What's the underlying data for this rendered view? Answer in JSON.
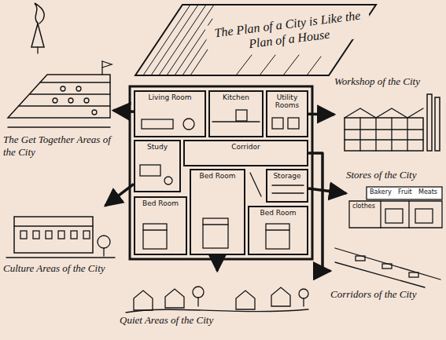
{
  "diagram": {
    "title": "The Plan of a City is Like the Plan of a House",
    "nodes": [
      {
        "text": [
          "The Get Together Areas of the City"
        ]
      },
      {
        "text": [
          "Workshop of the City"
        ]
      },
      {
        "text": [
          "Living Room"
        ]
      },
      {
        "text": [
          "Kitchen"
        ]
      },
      {
        "text": [
          "Utility Rooms"
        ]
      },
      {
        "text": [
          "Study"
        ]
      },
      {
        "text": [
          "Corridor"
        ]
      },
      {
        "text": [
          "Storage"
        ]
      },
      {
        "text": [
          "Stores of the City"
        ]
      },
      {
        "text": [
          "Bed Room"
        ]
      },
      {
        "text": [
          "Bed Room"
        ]
      },
      {
        "text": [
          "Bed Room"
        ]
      },
      {
        "text": [
          "Corridors of the City"
        ]
      },
      {
        "text": [
          "Culture Areas of the City"
        ]
      },
      {
        "text": [
          "Quiet Areas of the City"
        ]
      }
    ],
    "edges": [
      {
        "from": 2,
        "to": 0,
        "arrow": "to"
      },
      {
        "from": 4,
        "to": 1,
        "arrow": "to"
      },
      {
        "from": 7,
        "to": 8,
        "arrow": "to"
      },
      {
        "from": 6,
        "to": 12,
        "arrow": "to"
      },
      {
        "from": 5,
        "to": 13,
        "arrow": "to"
      },
      {
        "from": 10,
        "to": 14,
        "arrow": "to"
      }
    ],
    "labels": [
      "Bakery",
      "Fruit",
      "Meats",
      "clothes"
    ]
  }
}
